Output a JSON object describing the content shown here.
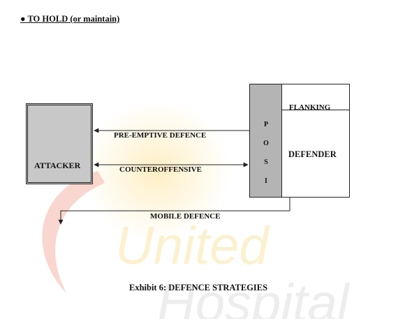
{
  "heading": "● TO HOLD (or maintain)",
  "watermark": {
    "line1": "United",
    "line2": "Hospital",
    "colors": {
      "swoosh": "#f4b5a8",
      "glow": "#fde9b0",
      "text": "#e9e9e9"
    }
  },
  "nodes": {
    "attacker": "ATTACKER",
    "position_letters": [
      "P",
      "O",
      "S",
      "I"
    ],
    "flanking": "FLANKING",
    "defender": "DEFENDER"
  },
  "edges": {
    "pre_emptive": "PRE-EMPTIVE DEFENCE",
    "counteroffensive": "COUNTEROFFENSIVE",
    "mobile": "MOBILE DEFENCE"
  },
  "caption": "Exhibit 6: DEFENCE STRATEGIES",
  "colors": {
    "attacker_fill": "#c8c8c8",
    "position_fill": "#b4b4b4",
    "line": "#222222"
  }
}
